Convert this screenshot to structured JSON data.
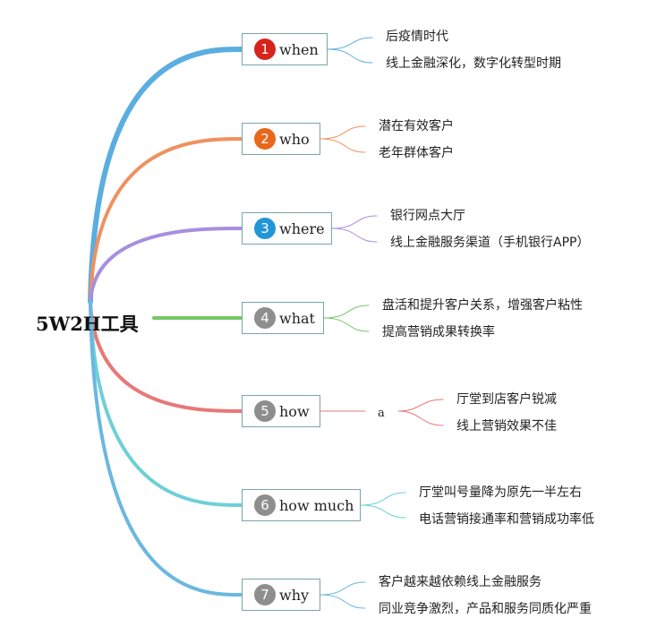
{
  "root": {
    "title": "5W2H工具"
  },
  "branches": [
    {
      "num": "1",
      "label": "when",
      "color": "#5aaee0",
      "badge": "#d6231c",
      "leaves": [
        "后疫情时代",
        "线上金融深化，数字化转型时期"
      ]
    },
    {
      "num": "2",
      "label": "who",
      "color": "#f0915e",
      "badge": "#e8671c",
      "leaves": [
        "潜在有效客户",
        "老年群体客户"
      ]
    },
    {
      "num": "3",
      "label": "where",
      "color": "#a88ee0",
      "badge": "#2196d6",
      "leaves": [
        "银行网点大厅",
        "线上金融服务渠道（手机银行APP）"
      ]
    },
    {
      "num": "4",
      "label": "what",
      "color": "#77c768",
      "badge": "#8e8e8e",
      "leaves": [
        "盘活和提升客户关系，增强客户粘性",
        "提高营销成果转换率"
      ]
    },
    {
      "num": "5",
      "label": "how",
      "color": "#e87878",
      "badge": "#8e8e8e",
      "mid": "a",
      "leaves": [
        "厅堂到店客户锐减",
        "线上营销效果不佳"
      ]
    },
    {
      "num": "6",
      "label": "how much",
      "color": "#6ed0d6",
      "badge": "#8e8e8e",
      "leaves": [
        "厅堂叫号量降为原先一半左右",
        "电话营销接通率和营销成功率低"
      ]
    },
    {
      "num": "7",
      "label": "why",
      "color": "#6ab8e0",
      "badge": "#8e8e8e",
      "leaves": [
        "客户越来越依赖线上金融服务",
        "同业竞争激烈，产品和服务同质化严重"
      ]
    }
  ]
}
